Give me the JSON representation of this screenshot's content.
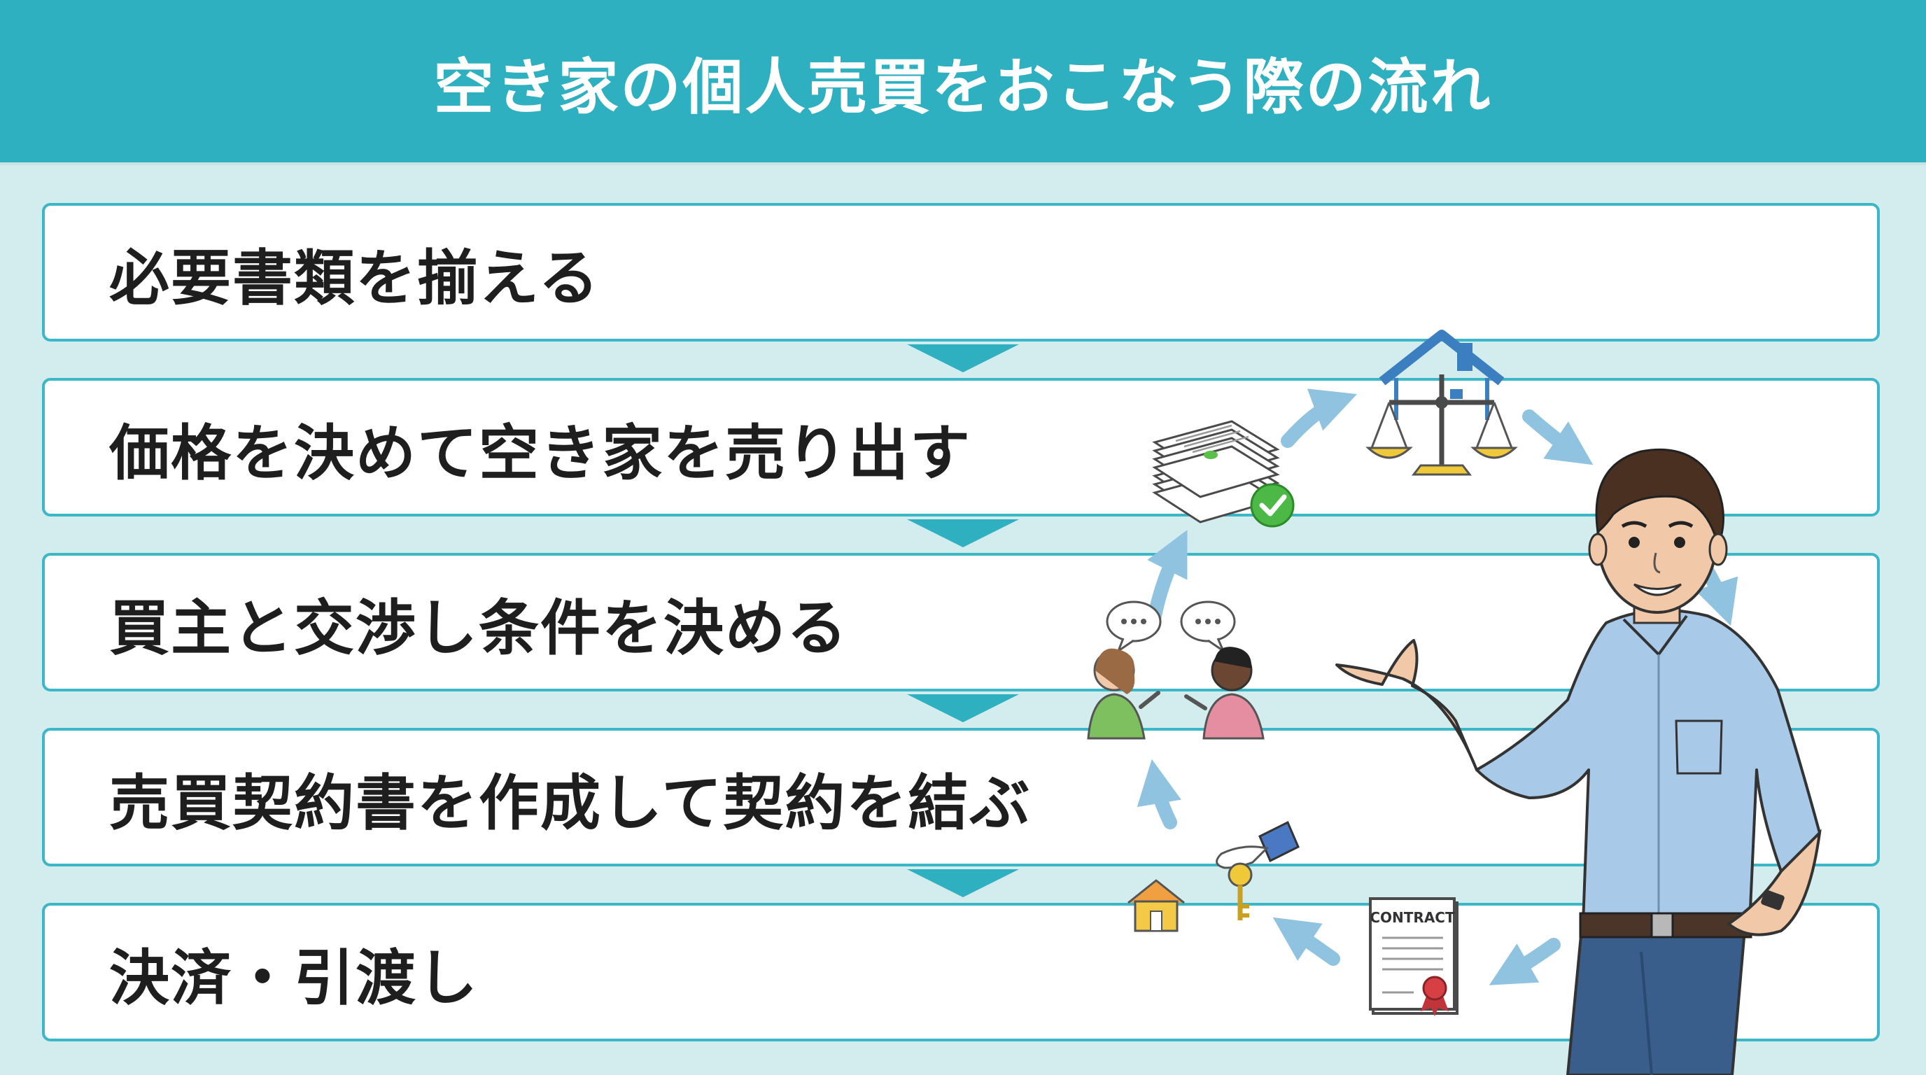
{
  "header": {
    "title": "空き家の個人売買をおこなう際の流れ"
  },
  "steps": [
    {
      "label": "必要書類を揃える"
    },
    {
      "label": "価格を決めて空き家を売り出す"
    },
    {
      "label": "買主と交渉し条件を決める"
    },
    {
      "label": "売買契約書を作成して契約を結ぶ"
    },
    {
      "label": "決済・引渡し"
    }
  ],
  "illustration": {
    "contract_text": "CONTRACT",
    "icons": [
      "documents-icon",
      "checkmark-icon",
      "house-scale-icon",
      "people-talking-icon",
      "speech-bubble-icon",
      "hand-key-icon",
      "small-house-icon",
      "contract-icon",
      "ribbon-seal-icon",
      "cycle-arrow-icon"
    ]
  },
  "colors": {
    "header_bg": "#2fb0c1",
    "page_bg": "#d3ecee",
    "box_border": "#3cb7c7",
    "arrow": "#8fc3df",
    "shirt": "#a9c9e9"
  }
}
